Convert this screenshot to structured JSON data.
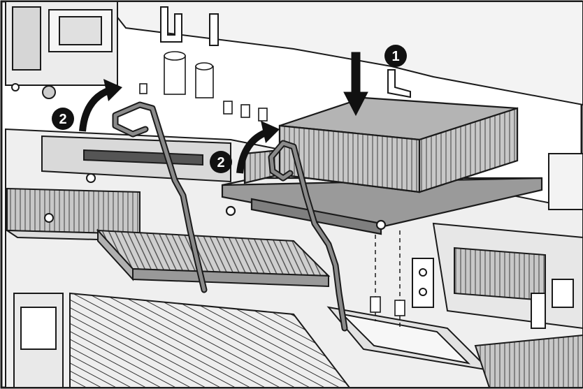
{
  "callouts": [
    {
      "number": "1",
      "meaning": "press-down"
    },
    {
      "number": "2",
      "meaning": "rotate-lever"
    },
    {
      "number": "2",
      "meaning": "rotate-lever"
    }
  ],
  "colors": {
    "line": "#1a1a1a",
    "heatsink": "#b4b4b4",
    "heatsink_dark": "#8e8e8e",
    "board": "#e6e6e6",
    "panel": "#f2f2f2",
    "fins": "#c8c8c8",
    "callout_fill": "#111111",
    "background": "#ffffff"
  },
  "icons": [
    "down-arrow-icon",
    "rotate-arrow-icon",
    "heatsink-illustration",
    "retention-lever-icon"
  ]
}
